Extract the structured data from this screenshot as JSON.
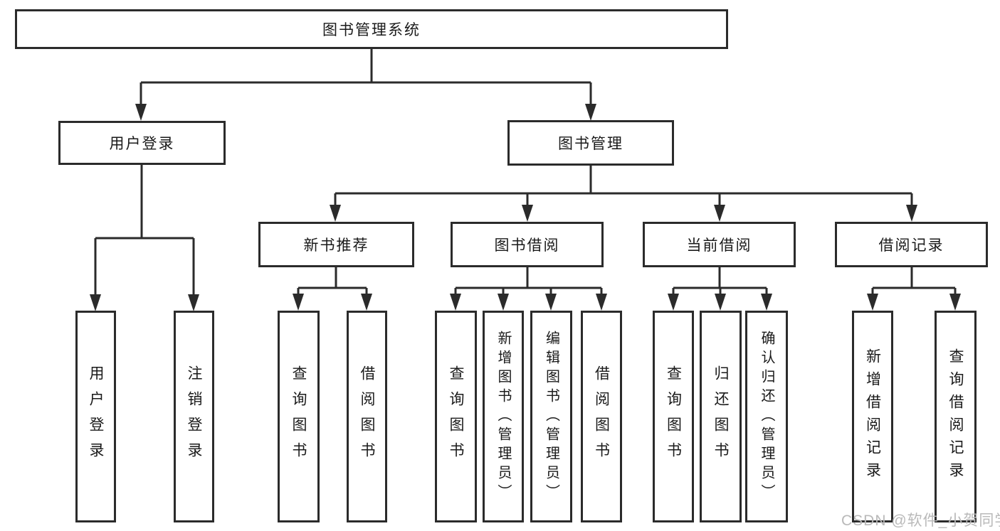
{
  "root": {
    "label": "图书管理系统"
  },
  "level2": {
    "user_login": {
      "label": "用户登录"
    },
    "book_mgmt": {
      "label": "图书管理"
    }
  },
  "level3": {
    "new_book": {
      "label": "新书推荐"
    },
    "book_borrow": {
      "label": "图书借阅"
    },
    "current_borrow": {
      "label": "当前借阅"
    },
    "borrow_record": {
      "label": "借阅记录"
    }
  },
  "leaves": {
    "user_login": [
      "用户登录",
      "注销登录"
    ],
    "new_book": [
      "查询图书",
      "借阅图书"
    ],
    "book_borrow": [
      "查询图书",
      "新增图书（管理员）",
      "编辑图书（管理员）",
      "借阅图书"
    ],
    "current_borrow": [
      "查询图书",
      "归还图书",
      "确认归还（管理员）"
    ],
    "borrow_record": [
      "新增借阅记录",
      "查询借阅记录"
    ]
  },
  "watermark": "CSDN @软件_小贺同学",
  "colors": {
    "line": "#2b2b2b",
    "border": "#2b2b2b",
    "text": "#1a1a1a",
    "background": "#ffffff",
    "watermark_text": "#b9b9b9"
  }
}
